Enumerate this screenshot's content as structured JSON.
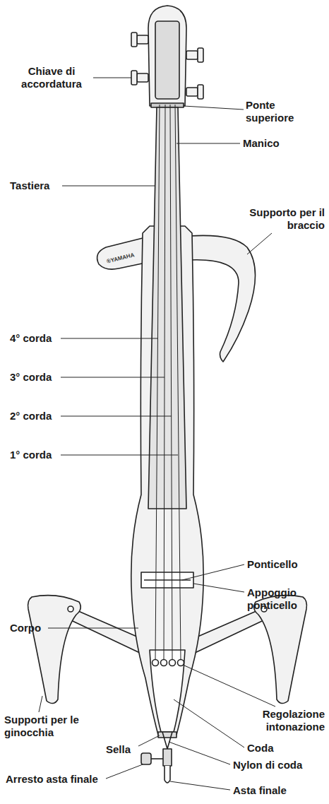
{
  "diagram": {
    "labels": [
      "Chiave di accordatura",
      "Ponte superiore",
      "Manico",
      "Tastiera",
      "Supporto per il braccio",
      "®YAMAHA",
      "4° corda",
      "3° corda",
      "2° corda",
      "1° corda",
      "Ponticello",
      "Appoggio ponticello",
      "Corpo",
      "Supporti per le ginocchia",
      "Regolazione intonazione",
      "Coda",
      "Sella",
      "Nylon di coda",
      "Arresto asta finale",
      "Asta finale"
    ]
  }
}
